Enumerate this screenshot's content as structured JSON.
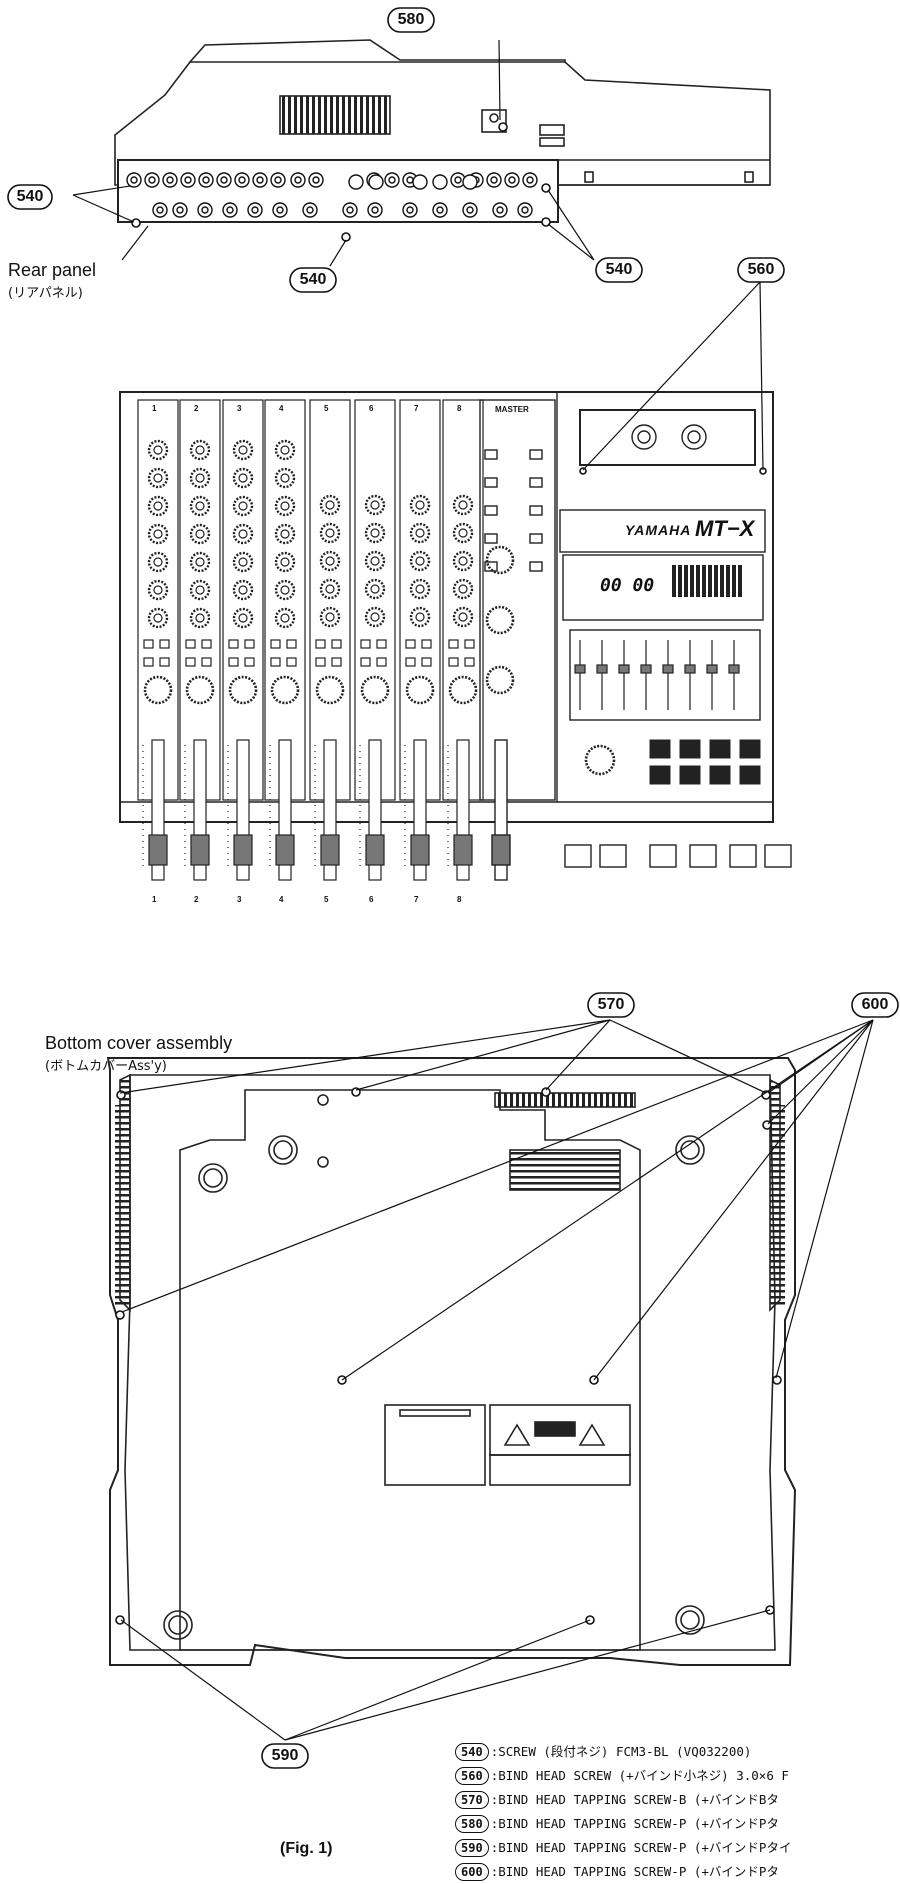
{
  "labels": {
    "rear_panel": "Rear panel",
    "rear_panel_jp": "(リアパネル)",
    "bottom_cover": "Bottom cover assembly",
    "bottom_cover_jp": "(ボトムカバーAss'y)",
    "figure_caption": "(Fig. 1)"
  },
  "callouts": [
    "580",
    "540",
    "540",
    "540",
    "560",
    "570",
    "600",
    "590"
  ],
  "panel": {
    "brand": "YAMAHA",
    "model": "MT−X",
    "display": "00 00",
    "master": "MASTER",
    "channel_numbers": [
      "1",
      "2",
      "3",
      "4",
      "5",
      "6",
      "7",
      "8"
    ]
  },
  "legend": [
    {
      "num": "540",
      "text": ":SCREW (段付ネジ) FCM3-BL (VQ032200)"
    },
    {
      "num": "560",
      "text": ":BIND HEAD SCREW (+バインド小ネジ) 3.0×6 F"
    },
    {
      "num": "570",
      "text": ":BIND HEAD TAPPING SCREW-B (+バインドBタ"
    },
    {
      "num": "580",
      "text": ":BIND HEAD TAPPING SCREW-P (+バインドPタ"
    },
    {
      "num": "590",
      "text": ":BIND HEAD TAPPING SCREW-P (+バインドPタイ"
    },
    {
      "num": "600",
      "text": ":BIND HEAD TAPPING SCREW-P (+バインドPタ"
    }
  ]
}
